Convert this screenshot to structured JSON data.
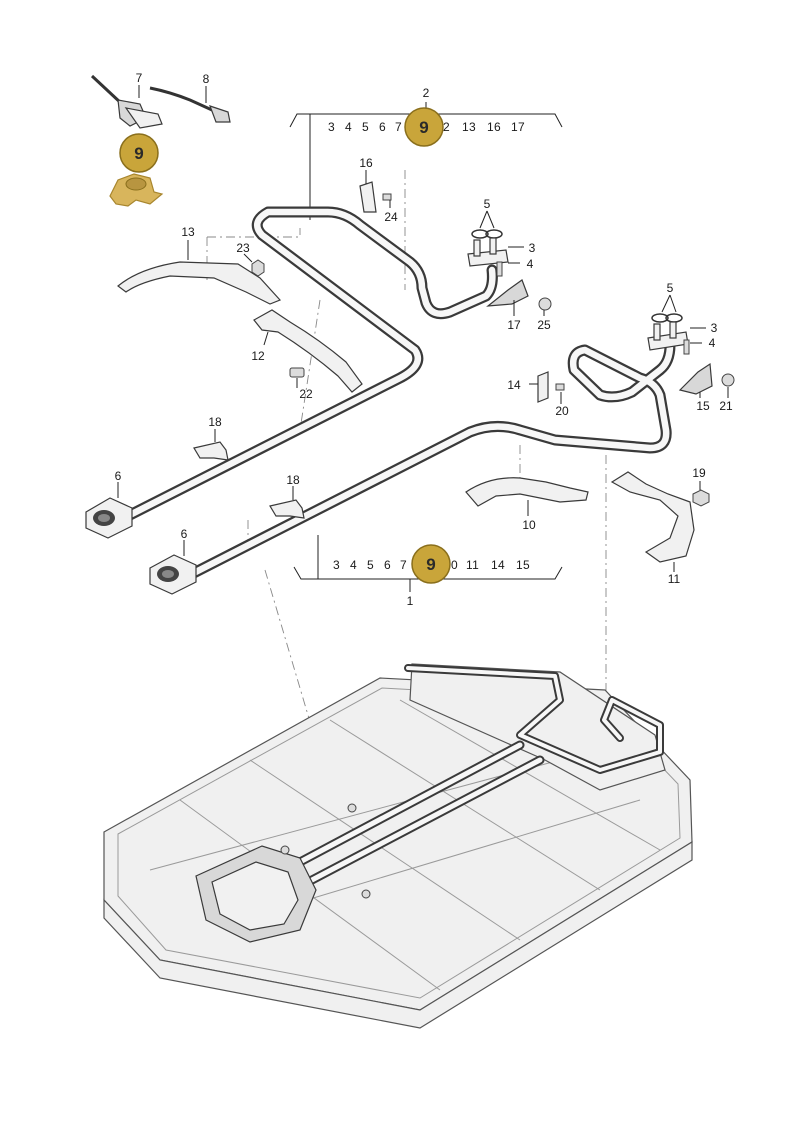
{
  "colors": {
    "badge_fill": "#c9a53a",
    "badge_stroke": "#8a6f1c",
    "highlight_part": "#d8b55c"
  },
  "badges": [
    {
      "label": "9"
    },
    {
      "label": "9"
    },
    {
      "label": "9"
    }
  ],
  "groups": {
    "top": {
      "number": "2",
      "parts": [
        "3",
        "4",
        "5",
        "6",
        "7",
        "2",
        "13",
        "16",
        "17"
      ]
    },
    "bottom": {
      "number": "1",
      "parts": [
        "3",
        "4",
        "5",
        "6",
        "7",
        "0",
        "11",
        "14",
        "15"
      ]
    }
  },
  "callouts": {
    "c7": "7",
    "c8": "8",
    "c16": "16",
    "c24": "24",
    "c13": "13",
    "c23": "23",
    "c5a": "5",
    "c3a": "3",
    "c4a": "4",
    "c17": "17",
    "c25": "25",
    "c12": "12",
    "c22": "22",
    "c5b": "5",
    "c3b": "3",
    "c4b": "4",
    "c14": "14",
    "c20": "20",
    "c15": "15",
    "c21": "21",
    "c18a": "18",
    "c18b": "18",
    "c6a": "6",
    "c6b": "6",
    "c10": "10",
    "c19": "19",
    "c11": "11"
  }
}
